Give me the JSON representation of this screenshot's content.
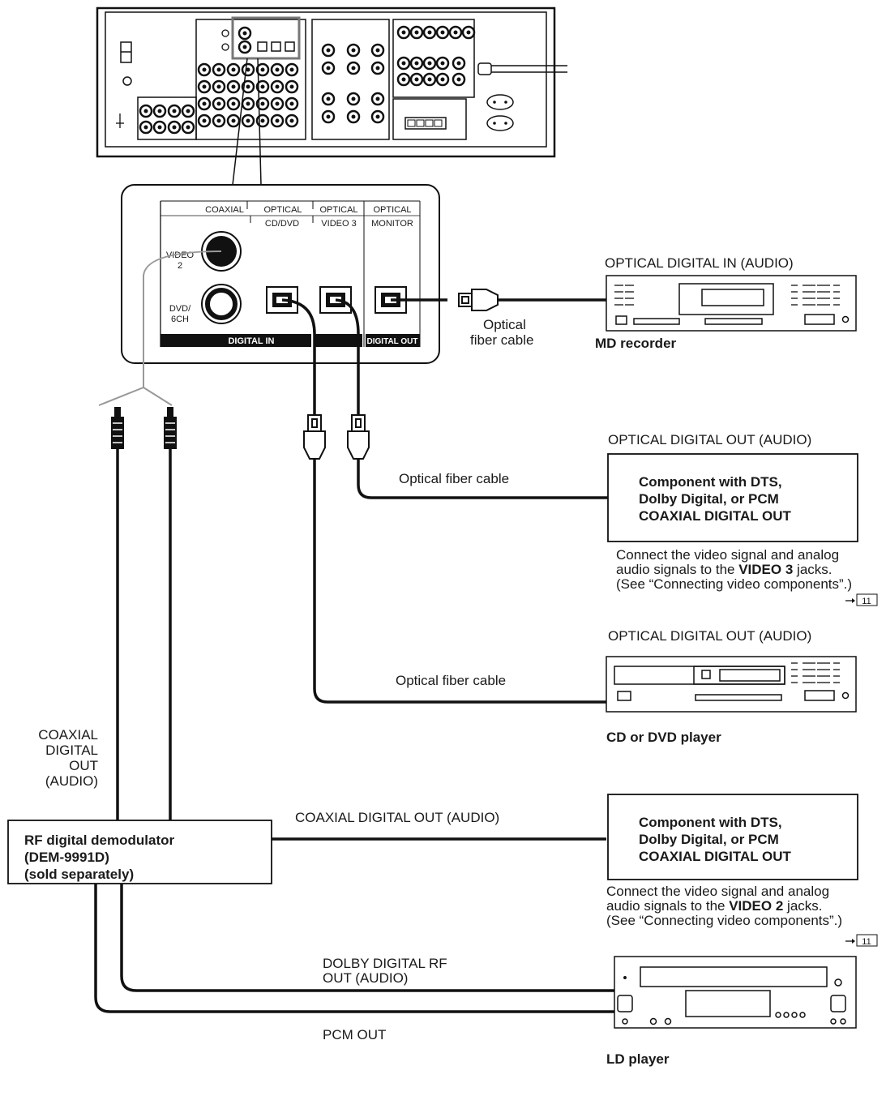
{
  "panel": {
    "headers": {
      "coaxial": "COAXIAL",
      "optical1": "OPTICAL",
      "optical2": "OPTICAL",
      "optical3": "OPTICAL",
      "cd_dvd": "CD/DVD",
      "video3": "VIDEO 3",
      "monitor": "MONITOR"
    },
    "video2_label_1": "VIDEO",
    "video2_label_2": "2",
    "dvd_label_1": "DVD/",
    "dvd_label_2": "6CH",
    "digital_in": "DIGITAL IN",
    "digital_out": "DIGITAL OUT"
  },
  "md": {
    "heading": "OPTICAL DIGITAL IN (AUDIO)",
    "cable_1": "Optical",
    "cable_2": "fiber cable",
    "name": "MD recorder"
  },
  "comp_video3": {
    "heading": "OPTICAL DIGITAL OUT (AUDIO)",
    "cable": "Optical fiber cable",
    "box_line1": "Component with DTS,",
    "box_line2": "Dolby Digital, or PCM",
    "box_line3": "COAXIAL DIGITAL OUT",
    "note_line1": "Connect the video signal and analog",
    "note_line2_pre": "audio signals to the ",
    "note_line2_bold": "VIDEO 3",
    "note_line2_post": " jacks.",
    "note_line3": "(See “Connecting video components”.)",
    "page_ref": "11"
  },
  "cd": {
    "heading": "OPTICAL DIGITAL OUT (AUDIO)",
    "cable": "Optical fiber cable",
    "name": "CD or DVD player"
  },
  "comp_video2": {
    "heading": "COAXIAL DIGITAL OUT (AUDIO)",
    "box_line1": "Component with DTS,",
    "box_line2": "Dolby Digital, or PCM",
    "box_line3": "COAXIAL DIGITAL OUT",
    "note_line1": "Connect the video signal and analog",
    "note_line2_pre": "audio signals to the ",
    "note_line2_bold": "VIDEO 2",
    "note_line2_post": " jacks.",
    "note_line3": "(See “Connecting video components”.)",
    "page_ref": "11"
  },
  "coaxial_left": [
    "COAXIAL",
    "DIGITAL",
    "OUT",
    "(AUDIO)"
  ],
  "rf": {
    "line1": "RF digital demodulator",
    "line2": "(DEM-9991D)",
    "line3": "(sold separately)"
  },
  "ld": {
    "dolby_1": "DOLBY DIGITAL RF",
    "dolby_2": "OUT (AUDIO)",
    "pcm": "PCM OUT",
    "name": "LD player"
  }
}
